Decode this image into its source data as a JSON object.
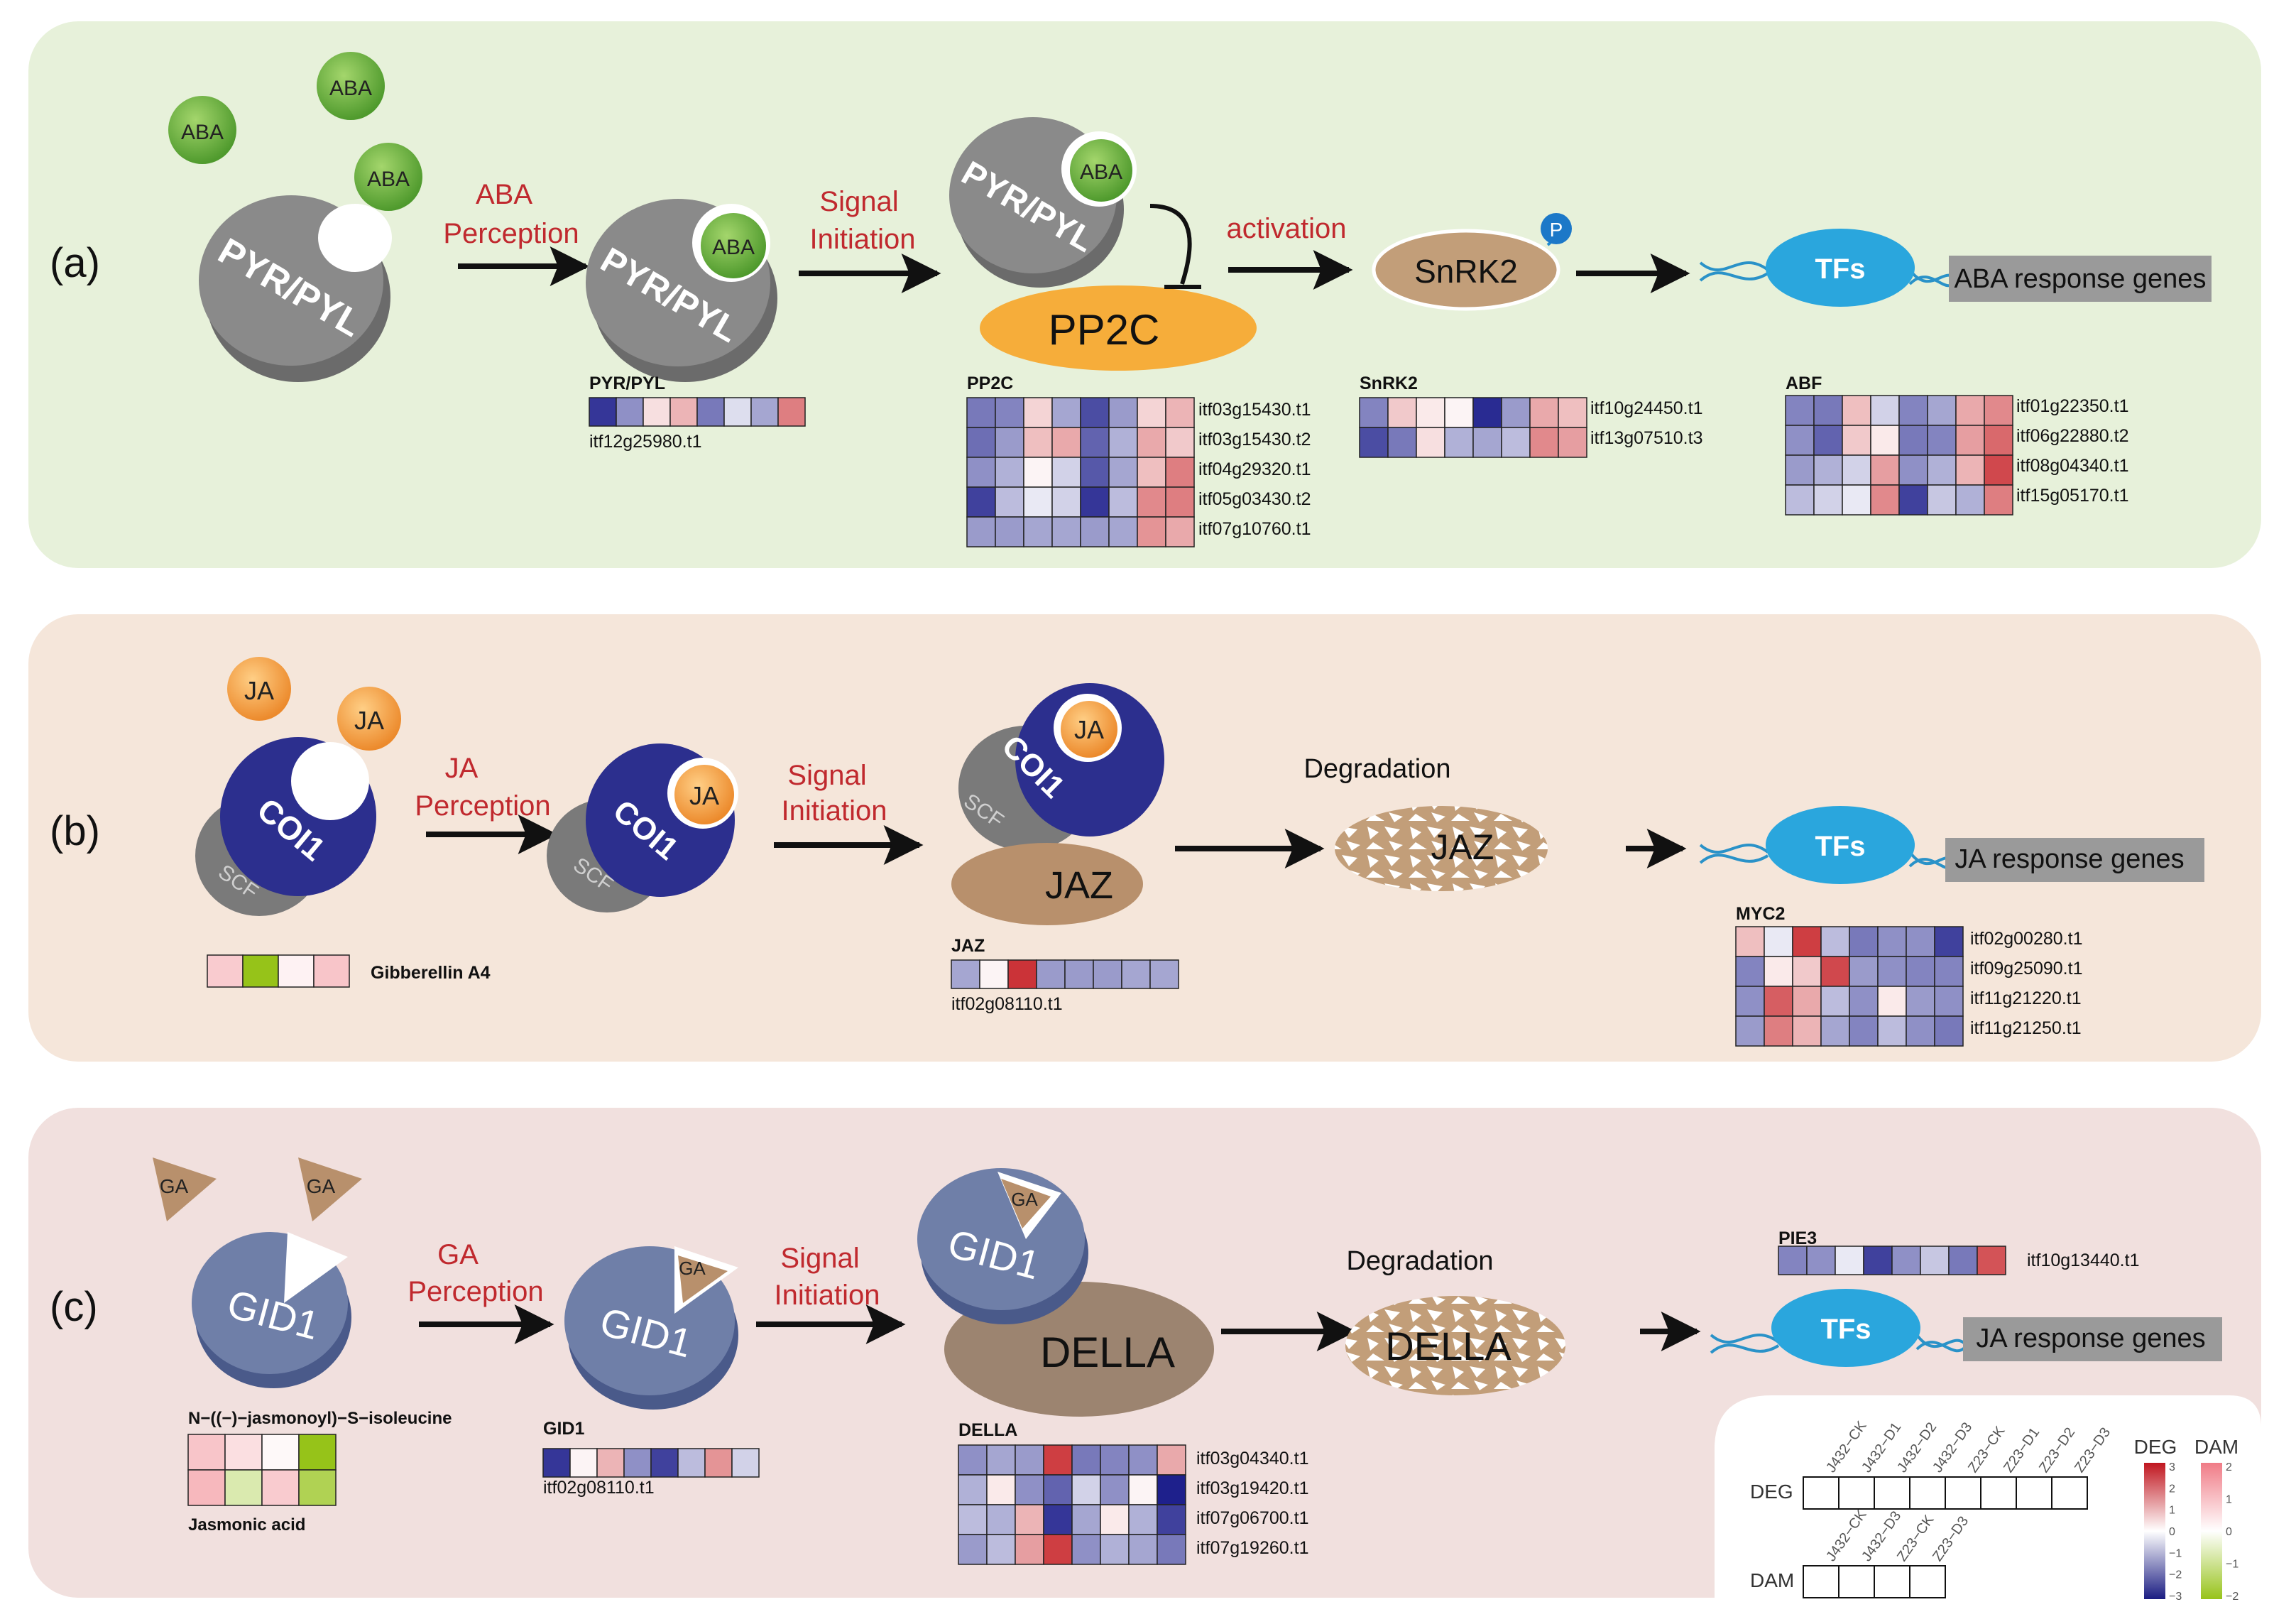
{
  "panels": {
    "a": {
      "label": "(a)",
      "hormone": "ABA",
      "receptor": "PYR/PYL",
      "step1": [
        "ABA",
        "Perception"
      ],
      "step2": [
        "Signal",
        "Initiation"
      ],
      "step3": "activation",
      "repressor": "PP2C",
      "kinase": "SnRK2",
      "phospho": "P",
      "tfs": "TFs",
      "response": "ABA response genes",
      "heatmaps": {
        "pyr": {
          "title": "PYR/PYL",
          "genes": [
            "itf12g25980.t1"
          ]
        },
        "pp2c": {
          "title": "PP2C",
          "genes": [
            "itf03g15430.t1",
            "itf03g15430.t2",
            "itf04g29320.t1",
            "itf05g03430.t2",
            "itf07g10760.t1"
          ]
        },
        "snrk2": {
          "title": "SnRK2",
          "genes": [
            "itf10g24450.t1",
            "itf13g07510.t3"
          ]
        },
        "abf": {
          "title": "ABF",
          "genes": [
            "itf01g22350.t1",
            "itf06g22880.t2",
            "itf08g04340.t1",
            "itf15g05170.t1"
          ]
        }
      }
    },
    "b": {
      "label": "(b)",
      "hormone": "JA",
      "receptor": "COI1",
      "scf": "SCF",
      "step1": [
        "JA",
        "Perception"
      ],
      "step2": [
        "Signal",
        "Initiation"
      ],
      "repressor": "JAZ",
      "degradation": "Degradation",
      "tfs": "TFs",
      "response": "JA response genes",
      "heatmaps": {
        "ga4": {
          "title": "Gibberellin A4"
        },
        "jaz": {
          "title": "JAZ",
          "genes": [
            "itf02g08110.t1"
          ]
        },
        "myc2": {
          "title": "MYC2",
          "genes": [
            "itf02g00280.t1",
            "itf09g25090.t1",
            "itf11g21220.t1",
            "itf11g21250.t1"
          ]
        }
      }
    },
    "c": {
      "label": "(c)",
      "hormone": "GA",
      "receptor": "GID1",
      "step1": [
        "GA",
        "Perception"
      ],
      "step2": [
        "Signal",
        "Initiation"
      ],
      "repressor": "DELLA",
      "degradation": "Degradation",
      "tfs": "TFs",
      "response": "JA response genes",
      "heatmaps": {
        "ja_metab": {
          "title_top": "N−((−)−jasmonoyl)−S−isoleucine",
          "title_bottom": "Jasmonic acid"
        },
        "gid1": {
          "title": "GID1",
          "genes": [
            "itf02g08110.t1"
          ]
        },
        "della": {
          "title": "DELLA",
          "genes": [
            "itf03g04340.t1",
            "itf03g19420.t1",
            "itf07g06700.t1",
            "itf07g19260.t1"
          ]
        },
        "pie3": {
          "title": "PIE3",
          "genes": [
            "itf10g13440.t1"
          ]
        }
      }
    }
  },
  "legend": {
    "deg_row": "DEG",
    "dam_row": "DAM",
    "deg_samples": [
      "J432−CK",
      "J432−D1",
      "J432−D2",
      "J432−D3",
      "Z23−CK",
      "Z23−D1",
      "Z23−D2",
      "Z23−D3"
    ],
    "dam_samples": [
      "J432−CK",
      "J432−D3",
      "Z23−CK",
      "Z23−D3"
    ],
    "deg_scale": {
      "title": "DEG",
      "ticks": [
        "3",
        "2",
        "1",
        "0",
        "−1",
        "−2",
        "−3"
      ]
    },
    "dam_scale": {
      "title": "DAM",
      "ticks": [
        "2",
        "1",
        "0",
        "−1",
        "−2"
      ]
    }
  },
  "colors": {
    "panel_a_bg": "#e7f1da",
    "panel_b_bg": "#f5e6da",
    "panel_c_bg": "#f1e0de",
    "arrow_text": "#c0292e",
    "receptor_gray": "#8a8a8a",
    "coi1_blue": "#2c2f8e",
    "gid1_blue": "#6f7fa8",
    "pp2c_orange": "#f6ad3a",
    "brown": "#b8906c",
    "della_brown": "#9c8470",
    "tf_blue": "#2aa6dd",
    "aba_green": "#6cb33f",
    "ja_orange": "#f3923a",
    "response_box": "#9a9a9a"
  }
}
